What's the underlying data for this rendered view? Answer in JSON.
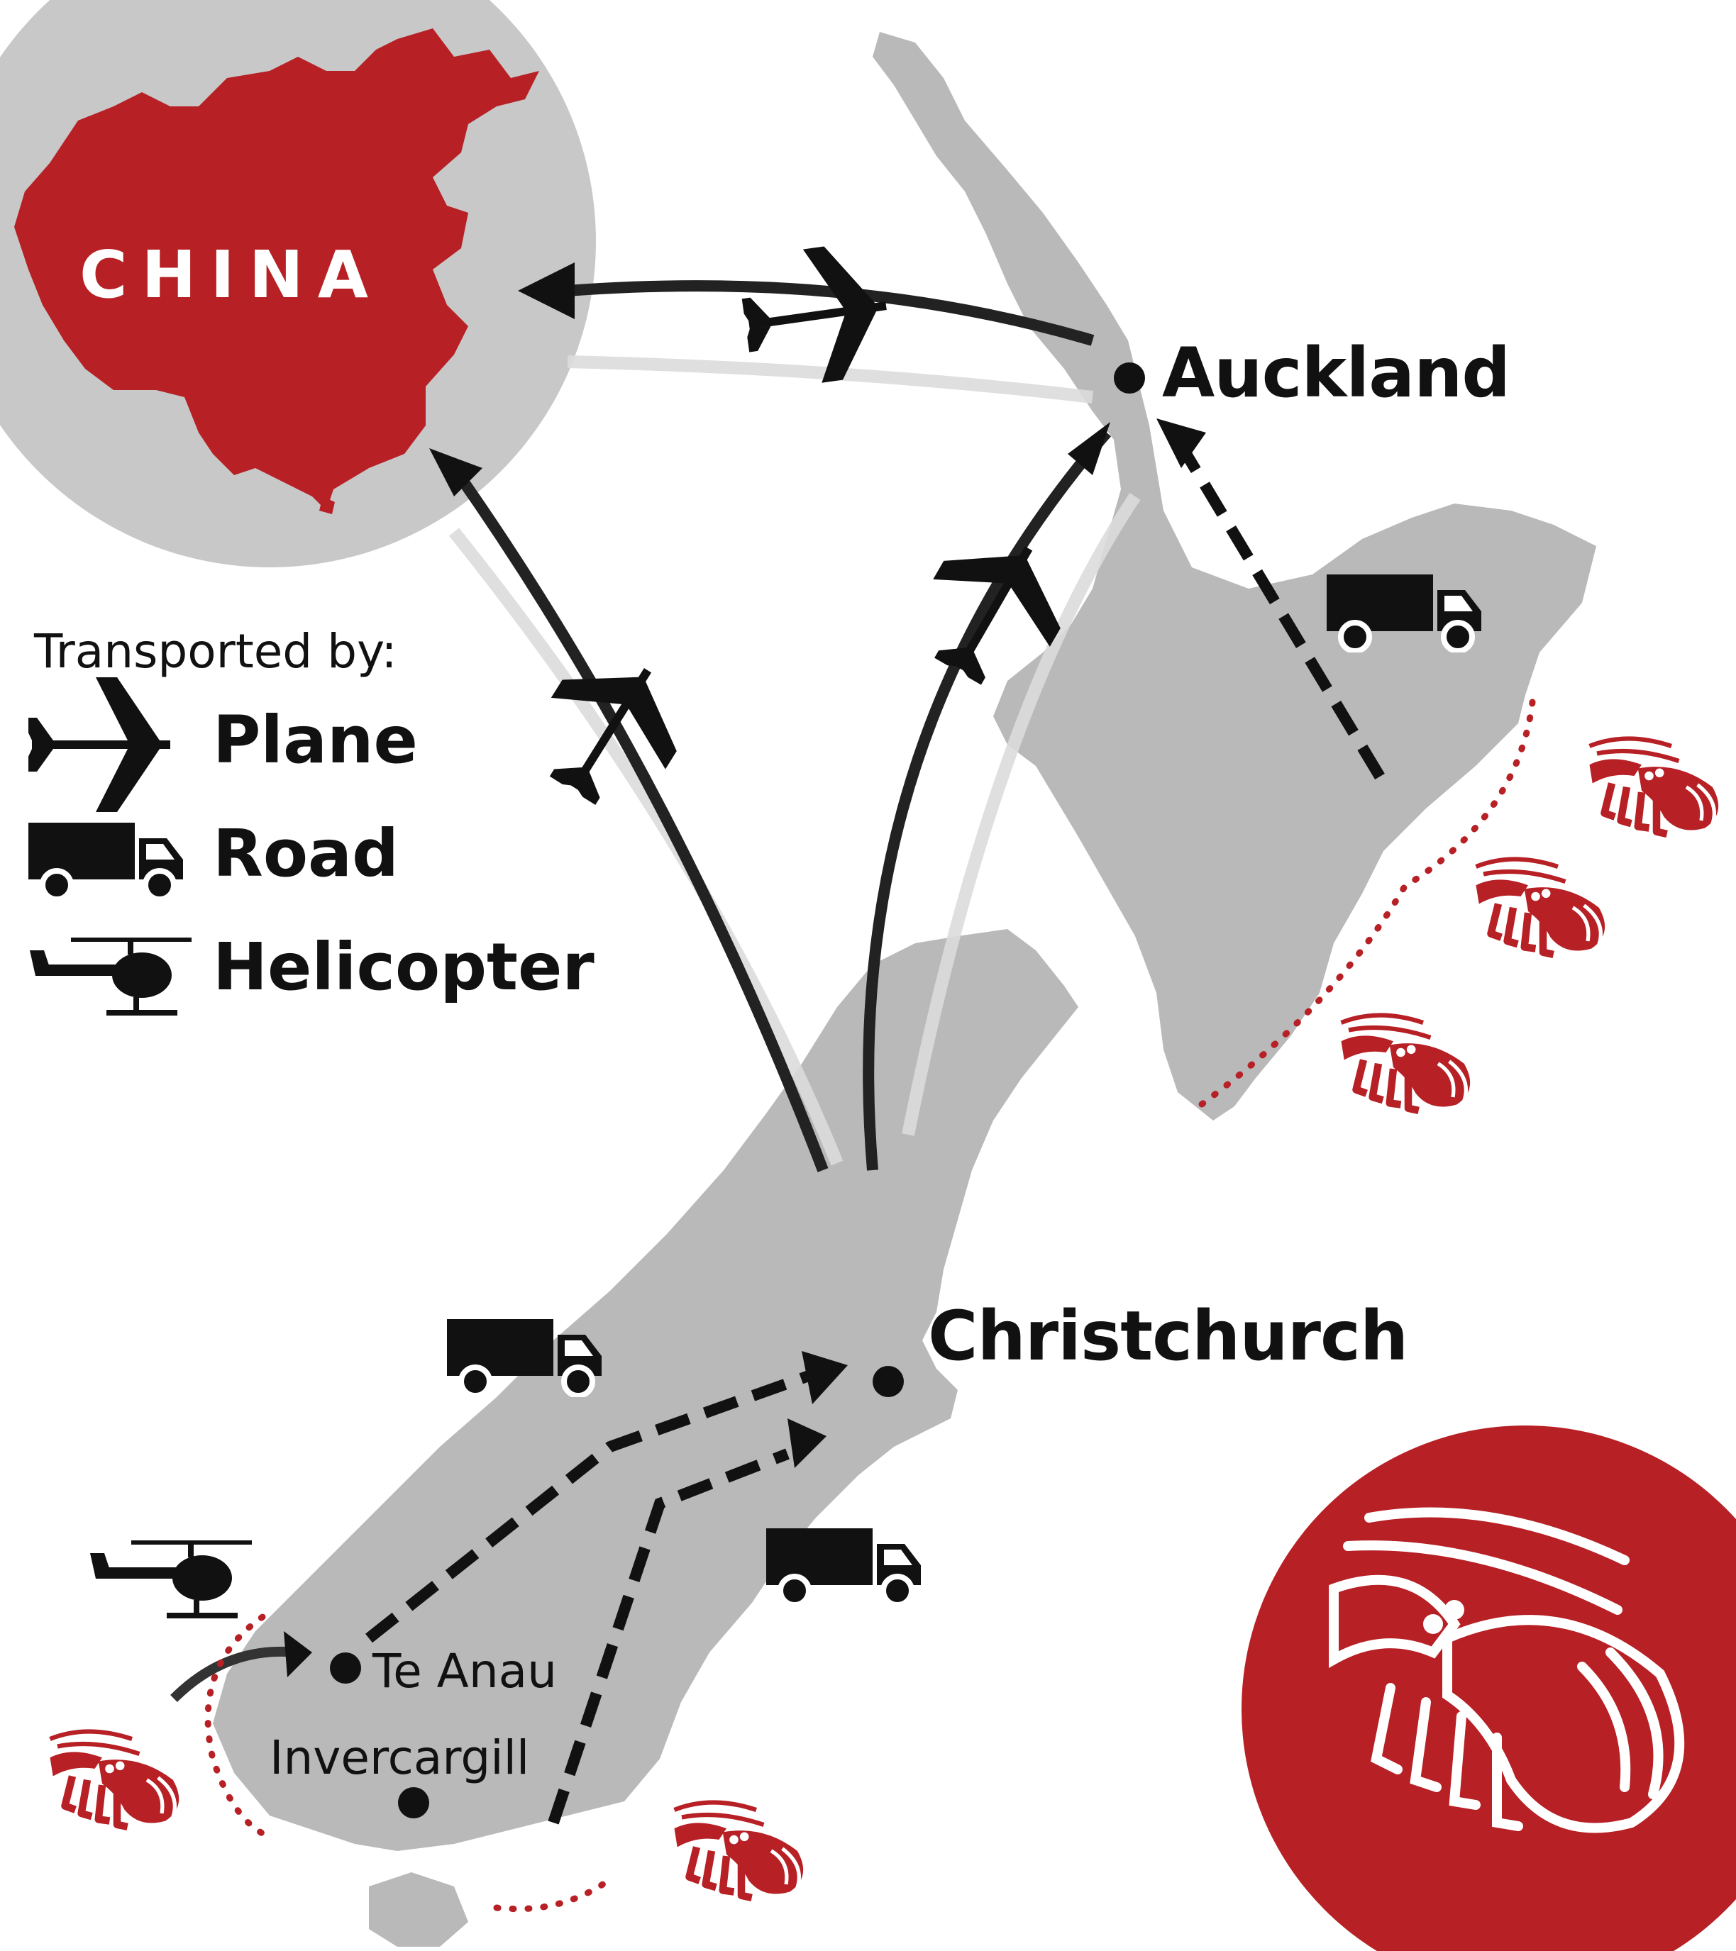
{
  "map": {
    "region_label": "CHINA",
    "cities": [
      {
        "name": "Auckland"
      },
      {
        "name": "Christchurch"
      },
      {
        "name": "Te Anau"
      },
      {
        "name": "Invercargill"
      }
    ]
  },
  "legend": {
    "title": "Transported by:",
    "items": [
      {
        "label": "Plane",
        "icon": "plane-icon"
      },
      {
        "label": "Road",
        "icon": "truck-icon"
      },
      {
        "label": "Helicopter",
        "icon": "helicopter-icon"
      }
    ]
  },
  "colors": {
    "accent_red": "#b72025",
    "land_grey": "#b9b9b9",
    "globe_grey": "#c8c8c8",
    "route_black": "#111111"
  }
}
